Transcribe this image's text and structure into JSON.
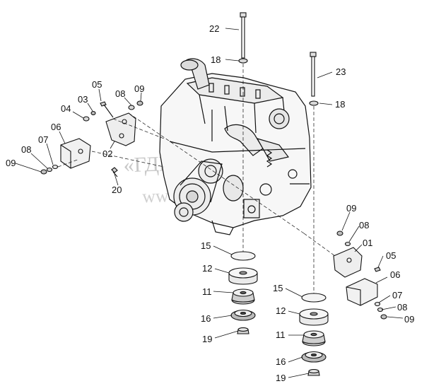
{
  "watermark": {
    "line1": "«ГДК-Трак-Сиб»",
    "line2": "www.trucks.ru"
  },
  "callouts": [
    {
      "id": "c22",
      "label": "22"
    },
    {
      "id": "c18a",
      "label": "18"
    },
    {
      "id": "c23",
      "label": "23"
    },
    {
      "id": "c18b",
      "label": "18"
    },
    {
      "id": "c05a",
      "label": "05"
    },
    {
      "id": "c08a",
      "label": "08"
    },
    {
      "id": "c09a",
      "label": "09"
    },
    {
      "id": "c03",
      "label": "03"
    },
    {
      "id": "c04",
      "label": "04"
    },
    {
      "id": "c06a",
      "label": "06"
    },
    {
      "id": "c07a",
      "label": "07"
    },
    {
      "id": "c08b",
      "label": "08"
    },
    {
      "id": "c09b",
      "label": "09"
    },
    {
      "id": "c02",
      "label": "02"
    },
    {
      "id": "c20",
      "label": "20"
    },
    {
      "id": "c09c",
      "label": "09"
    },
    {
      "id": "c08c",
      "label": "08"
    },
    {
      "id": "c01",
      "label": "01"
    },
    {
      "id": "c05b",
      "label": "05"
    },
    {
      "id": "c06b",
      "label": "06"
    },
    {
      "id": "c07b",
      "label": "07"
    },
    {
      "id": "c08d",
      "label": "08"
    },
    {
      "id": "c09d",
      "label": "09"
    },
    {
      "id": "c15a",
      "label": "15"
    },
    {
      "id": "c12a",
      "label": "12"
    },
    {
      "id": "c11a",
      "label": "11"
    },
    {
      "id": "c16a",
      "label": "16"
    },
    {
      "id": "c19a",
      "label": "19"
    },
    {
      "id": "c15b",
      "label": "15"
    },
    {
      "id": "c12b",
      "label": "12"
    },
    {
      "id": "c11b",
      "label": "11"
    },
    {
      "id": "c16b",
      "label": "16"
    },
    {
      "id": "c19b",
      "label": "19"
    }
  ]
}
